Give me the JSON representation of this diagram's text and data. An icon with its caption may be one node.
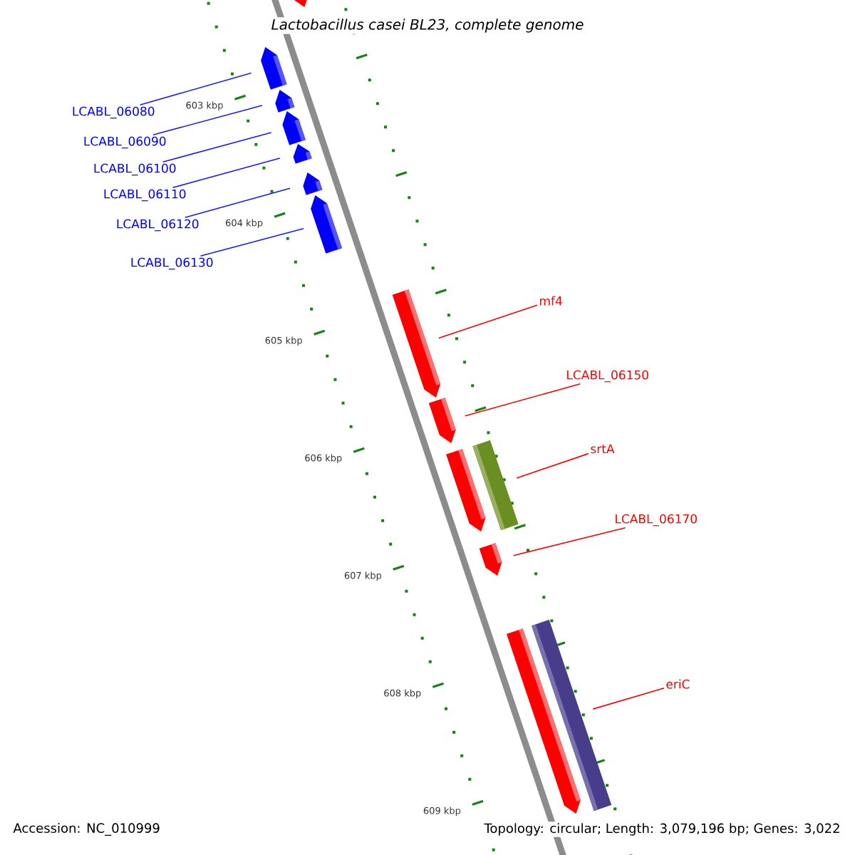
{
  "diagram": {
    "title": "Lactobacillus casei BL23, complete genome",
    "nodes": [
      {
        "text": [
          "LCABL_06080"
        ]
      },
      {
        "text": [
          "LCABL_06090"
        ]
      },
      {
        "text": [
          "LCABL_06100"
        ]
      },
      {
        "text": [
          "LCABL_06110"
        ]
      },
      {
        "text": [
          "LCABL_06120"
        ]
      },
      {
        "text": [
          "LCABL_06130"
        ]
      },
      {
        "text": [
          "mf4"
        ]
      },
      {
        "text": [
          "LCABL_06150"
        ]
      },
      {
        "text": [
          "srtA"
        ]
      },
      {
        "text": [
          "LCABL_06170"
        ]
      },
      {
        "text": [
          "eriC"
        ]
      },
      {
        "text": [],
        "shape": "arrow"
      },
      {
        "text": [],
        "shape": "arrow"
      },
      {
        "text": [],
        "shape": "arrow"
      },
      {
        "text": [],
        "shape": "arrow"
      },
      {
        "text": [],
        "shape": "arrow"
      },
      {
        "text": [],
        "shape": "arrow"
      },
      {
        "text": [],
        "shape": "arrow"
      },
      {
        "text": [],
        "shape": "arrow"
      },
      {
        "text": [],
        "shape": "arrow"
      },
      {
        "text": [],
        "shape": "bar"
      },
      {
        "text": [],
        "shape": "arrow"
      },
      {
        "text": [],
        "shape": "arrow"
      },
      {
        "text": [],
        "shape": "bar"
      },
      {
        "text": [],
        "shape": "arrow"
      }
    ],
    "edges": [
      {
        "from": 0,
        "to": 12,
        "arrow": "none"
      },
      {
        "from": 1,
        "to": 13,
        "arrow": "none"
      },
      {
        "from": 2,
        "to": 14,
        "arrow": "none"
      },
      {
        "from": 3,
        "to": 15,
        "arrow": "none"
      },
      {
        "from": 4,
        "to": 16,
        "arrow": "none"
      },
      {
        "from": 5,
        "to": 17,
        "arrow": "none"
      },
      {
        "from": 6,
        "to": 18,
        "arrow": "none",
        "color": "#ff0000"
      },
      {
        "from": 7,
        "to": 19,
        "arrow": "none",
        "color": "#ff0000"
      },
      {
        "from": 8,
        "to": 20,
        "arrow": "none",
        "color": "#ff0000"
      },
      {
        "from": 9,
        "to": 22,
        "arrow": "none",
        "color": "#ff0000"
      },
      {
        "from": 10,
        "to": 23,
        "arrow": "none",
        "color": "#ff0000"
      }
    ],
    "labels": [
      "603 kbp",
      "604 kbp",
      "605 kbp",
      "606 kbp",
      "607 kbp",
      "608 kbp",
      "609 kbp",
      "Accession: NC_010999",
      "Topology: circular; Length: 3,079,196 bp; Genes: 3,022"
    ]
  }
}
